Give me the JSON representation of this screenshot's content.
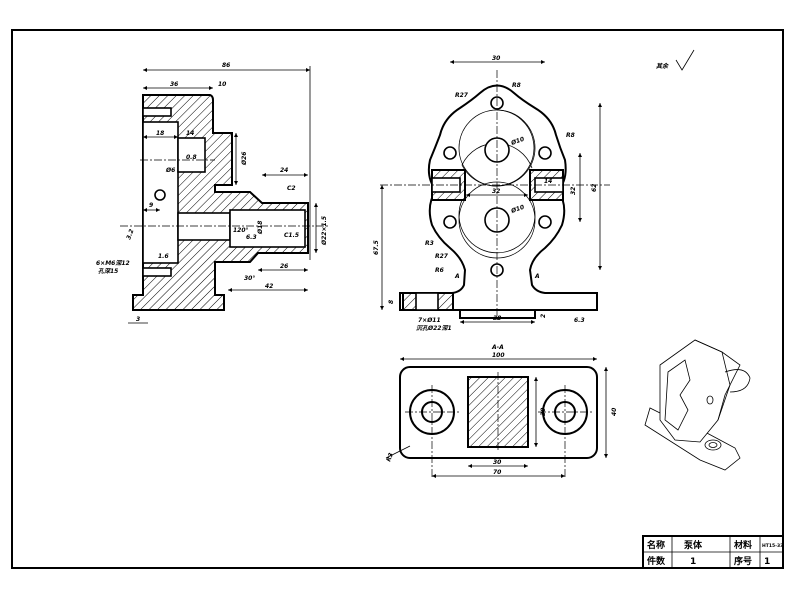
{
  "drawing": {
    "roughness_note": "其余",
    "section_label": "A-A",
    "left_view_dims": [
      "86",
      "36",
      "10",
      "18",
      "14",
      "Ø6",
      "9",
      "Ø26",
      "24",
      "C2",
      "Ø18",
      "C1.5",
      "Ø22×1.5",
      "26",
      "42",
      "3",
      "6×M6深12",
      "孔深15",
      "30°",
      "120°",
      "3.2",
      "1.6",
      "6.3",
      "0.8"
    ],
    "front_view_dims": [
      "30",
      "R8",
      "R27",
      "R8",
      "Ø10",
      "Ø10",
      "32",
      "14",
      "32",
      "62",
      "R3",
      "R27",
      "R6",
      "A",
      "A",
      "67.5",
      "8",
      "38",
      "2",
      "7×Ø11",
      "沉孔Ø22深1",
      "6.3"
    ],
    "section_dims": [
      "100",
      "30",
      "40",
      "30",
      "70",
      "R3"
    ]
  },
  "title_block": {
    "name_label": "名称",
    "name_value": "泵体",
    "material_label": "材料",
    "material_value": "HT15-33",
    "qty_label": "件数",
    "qty_value": "1",
    "no_label": "序号",
    "no_value": "1"
  }
}
